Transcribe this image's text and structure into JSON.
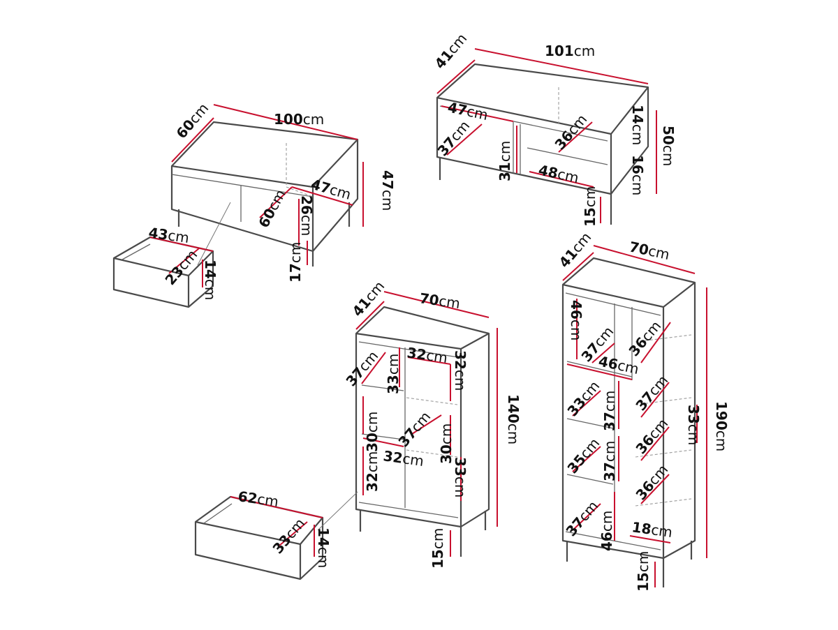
{
  "unit": "cm",
  "coffee_table": {
    "depth": "60",
    "width": "100",
    "height": "47",
    "niche_width": "47",
    "niche_depth": "60",
    "niche_height": "26",
    "leg_height": "17",
    "drawer_width": "43",
    "drawer_depth": "23",
    "drawer_height": "14"
  },
  "tv_stand": {
    "depth": "41",
    "width": "101",
    "height": "50",
    "left_width": "47",
    "left_depth": "37",
    "left_height": "31",
    "right_depth": "36",
    "right_width": "48",
    "top_height": "14",
    "bottom_height": "16",
    "leg_height": "15"
  },
  "cabinet_140": {
    "depth": "41",
    "width": "70",
    "height": "140",
    "shelf1_depth": "37",
    "shelf1_height": "33",
    "top_right_width": "32",
    "top_right_height": "32",
    "left_mid_height": "30",
    "mid_depth": "37",
    "mid_width": "32",
    "mid_right_height": "30",
    "left_low_height": "32",
    "right_low_height": "33",
    "leg_height": "15",
    "drawer_width": "62",
    "drawer_depth": "33",
    "drawer_height": "14"
  },
  "cabinet_190": {
    "depth": "41",
    "width": "70",
    "height": "190",
    "top_height": "46",
    "top_left_depth": "37",
    "top_right_depth": "36",
    "top_width": "46",
    "l_depth_1": "33",
    "l_height_1": "37",
    "r_depth_2": "37",
    "r_height": "33",
    "l_depth_2": "35",
    "l_height_2": "37",
    "r_depth_3": "36",
    "r_depth_4": "36",
    "bottom_depth": "37",
    "bottom_height": "46",
    "bottom_right_width": "18",
    "leg_height": "15"
  }
}
